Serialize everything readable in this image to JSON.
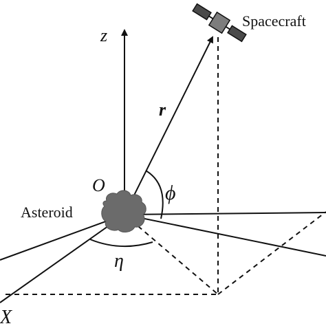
{
  "diagram": {
    "labels": {
      "spacecraft": "Spacecraft",
      "z_axis": "z",
      "position_vector": "r",
      "origin": "O",
      "asteroid": "Asteroid",
      "phi": "ϕ",
      "eta": "η",
      "x_axis": "X"
    },
    "colors": {
      "lines": "#111111",
      "asteroid": "#6b6b6b",
      "spacecraft_body": "#7d7d7d",
      "spacecraft_panels": "#4a4a4a"
    },
    "icons": {
      "spacecraft": "satellite-icon",
      "asteroid": "asteroid-shape"
    }
  }
}
